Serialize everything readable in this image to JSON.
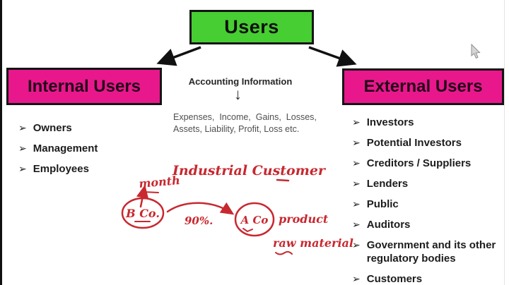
{
  "colors": {
    "users_box_green": "#47CE32",
    "user_type_magenta": "#E8188C",
    "handwriting_ink": "#C8282F"
  },
  "bullet": "➢",
  "users_box": {
    "label": "Users"
  },
  "internal": {
    "title": "Internal Users",
    "items": [
      "Owners",
      "Management",
      "Employees"
    ]
  },
  "middle": {
    "heading": "Accounting Information",
    "down_arrow": "↓",
    "line1": "Expenses,  Income,  Gains,  Losses,",
    "line2": "Assets, Liability, Profit, Loss etc."
  },
  "external": {
    "title": "External Users",
    "items": [
      "Investors",
      "Potential Investors",
      "Creditors / Suppliers",
      "Lenders",
      "Public",
      "Auditors",
      "Government and its other regulatory bodies",
      "Customers"
    ]
  },
  "handwriting": {
    "heading": "Industrial Customer",
    "month": "month",
    "company_b": "B Co.",
    "percent": "90%.",
    "company_a": "A Co",
    "product": "product",
    "raw_material": "raw material"
  }
}
